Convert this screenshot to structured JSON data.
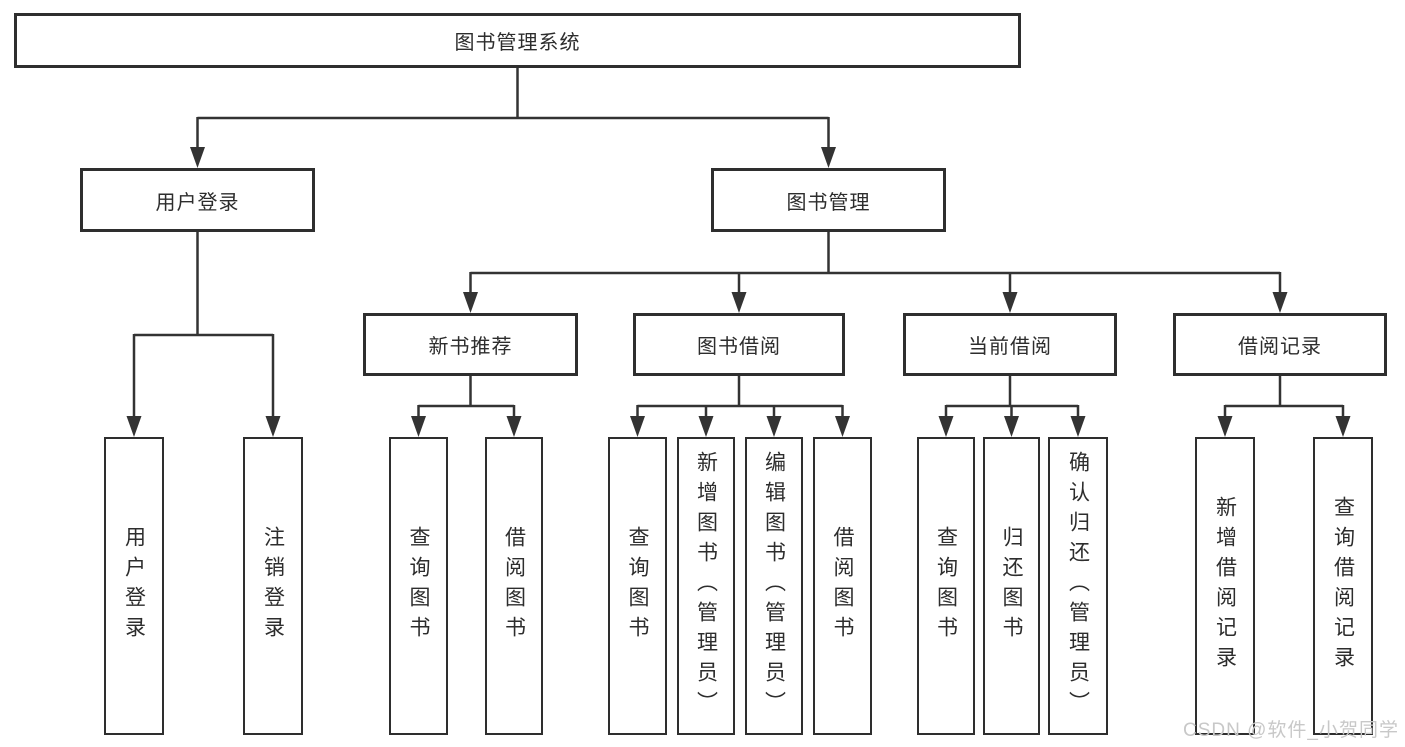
{
  "diagram_title": "图书管理系统",
  "tree": {
    "root": {
      "label": "图书管理系统",
      "children": [
        {
          "label": "用户登录",
          "children": [
            {
              "label": "用户登录"
            },
            {
              "label": "注销登录"
            }
          ]
        },
        {
          "label": "图书管理",
          "children": [
            {
              "label": "新书推荐",
              "children": [
                {
                  "label": "查询图书"
                },
                {
                  "label": "借阅图书"
                }
              ]
            },
            {
              "label": "图书借阅",
              "children": [
                {
                  "label": "查询图书"
                },
                {
                  "label": "新增图书（管理员）"
                },
                {
                  "label": "编辑图书（管理员）"
                },
                {
                  "label": "借阅图书"
                }
              ]
            },
            {
              "label": "当前借阅",
              "children": [
                {
                  "label": "查询图书"
                },
                {
                  "label": "归还图书"
                },
                {
                  "label": "确认归还（管理员）"
                }
              ]
            },
            {
              "label": "借阅记录",
              "children": [
                {
                  "label": "新增借阅记录"
                },
                {
                  "label": "查询借阅记录"
                }
              ]
            }
          ]
        }
      ]
    }
  },
  "watermark": {
    "text": "CSDN @软件_小贺同学"
  },
  "colors": {
    "line": "#333333",
    "box_border": "#2e2e2e",
    "text": "#2d2d2d",
    "watermark": "#c8c8c8",
    "background": "#ffffff"
  }
}
